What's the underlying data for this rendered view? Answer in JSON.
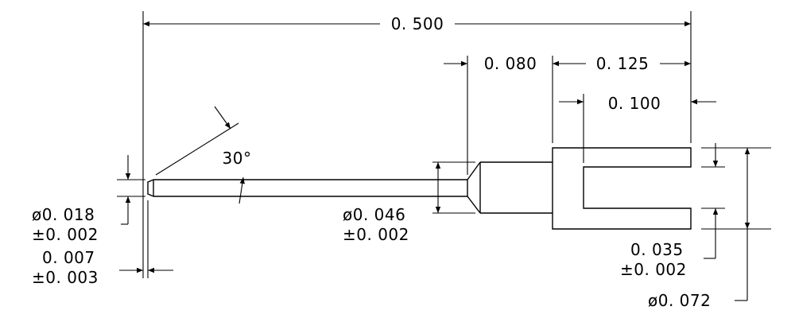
{
  "dimensions": {
    "overall_length": "0. 500",
    "shoulder_length": "0. 080",
    "fork_length": "0. 125",
    "slot_depth": "0. 100",
    "chamfer_angle": "30°",
    "tip_dia": "ø0. 018",
    "tip_dia_tol": "±0. 002",
    "shank_dia": "ø0. 046",
    "shank_dia_tol": "±0. 002",
    "chamfer_length": "0. 007",
    "chamfer_length_tol": "±0. 003",
    "slot_width": "0. 035",
    "slot_width_tol": "±0. 002",
    "head_dia": "ø0. 072"
  }
}
